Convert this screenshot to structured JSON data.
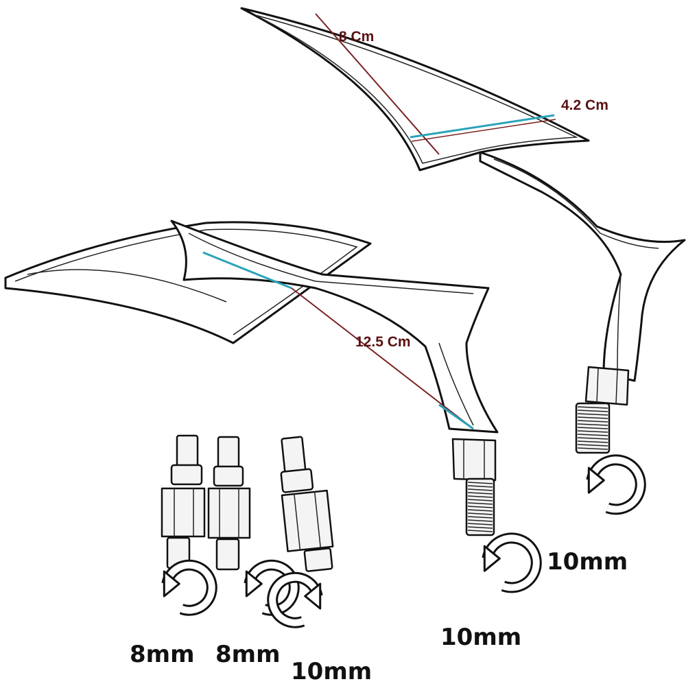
{
  "dimensions": {
    "length_8": "8 Cm",
    "width_42": "4.2 Cm",
    "stem_125": "12.5 Cm"
  },
  "colors": {
    "dimension_text": "#5a1212",
    "dimension_line_main": "#7a2222",
    "dimension_line_cyan": "#2aa3b8"
  },
  "adapters": [
    {
      "size": "8mm",
      "rotation": "clockwise"
    },
    {
      "size": "8mm",
      "rotation": "clockwise"
    },
    {
      "size": "10mm",
      "rotation": "counterclockwise"
    }
  ],
  "mirror_mounts": [
    {
      "size": "10mm",
      "rotation": "clockwise"
    },
    {
      "size": "10mm",
      "rotation": "clockwise"
    }
  ]
}
